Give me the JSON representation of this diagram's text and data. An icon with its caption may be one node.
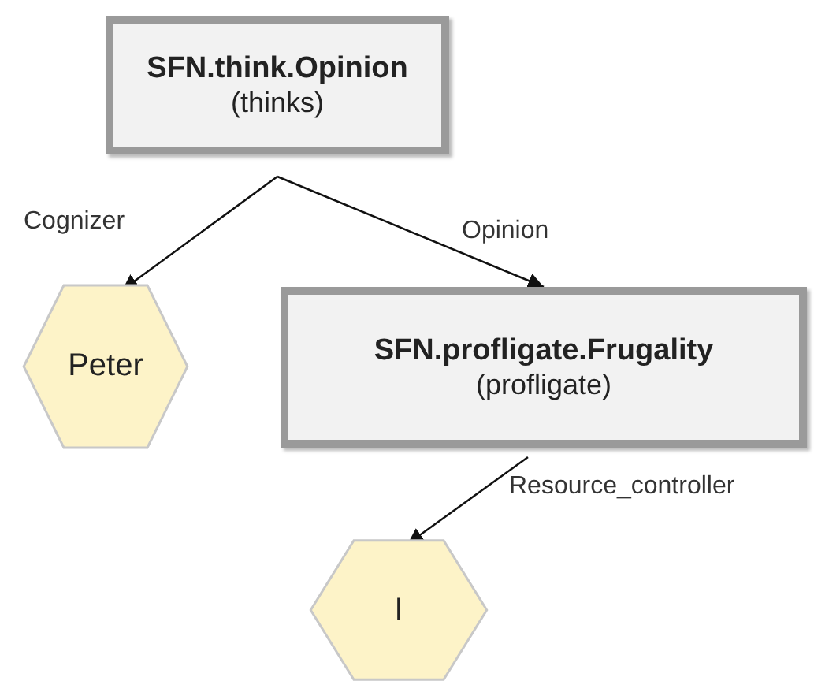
{
  "diagram": {
    "nodes": [
      {
        "text": [
          "SFN.think.Opinion",
          "(thinks)"
        ]
      },
      {
        "text": [
          "Peter"
        ]
      },
      {
        "text": [
          "SFN.profligate.Frugality",
          "(profligate)"
        ]
      },
      {
        "text": [
          "I"
        ]
      }
    ],
    "edges": [
      {
        "from": 0,
        "to": 1,
        "arrow": "to",
        "label": "Cognizer"
      },
      {
        "from": 0,
        "to": 2,
        "arrow": "to",
        "label": "Opinion"
      },
      {
        "from": 2,
        "to": 3,
        "arrow": "to",
        "label": "Resource_controller"
      }
    ]
  }
}
